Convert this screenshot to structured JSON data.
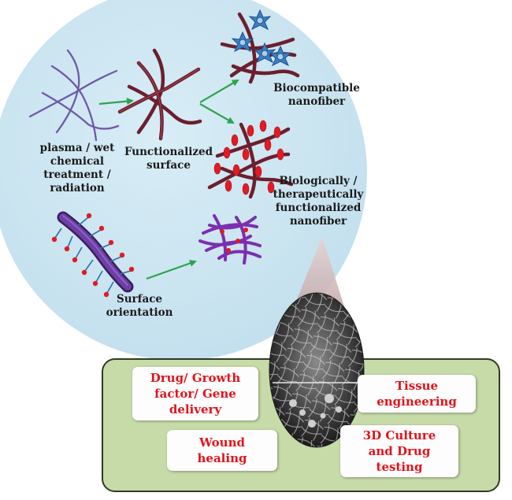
{
  "labels": {
    "plasma": "plasma  / wet\nchemical\ntreatment /\nradiation",
    "functionalized": "Functionalized\nsurface",
    "biocompatible": "Biocompatible\nnanofiber",
    "biological": "Biologically /\ntherapeutically\nfunctionalized\nnanofiber",
    "surface_orientation": "Surface\norientation"
  },
  "applications": {
    "drug": "Drug/ Growth\nfactor/ Gene\ndelivery",
    "tissue": "Tissue\nengineering",
    "wound": "Wound\nhealing",
    "culture": "3D Culture\nand Drug\ntesting"
  },
  "colors": {
    "circle": "#cfe7f2",
    "panel": "#c6dba8",
    "arrow": "#2ea24f",
    "application_text": "#e1141b",
    "fiber_raw": "#6d5aa8",
    "fiber_func": "#6b1f2e",
    "fiber_violet": "#7b2fb0",
    "dots": "#e01b24",
    "cells": "#3c7fc6"
  }
}
